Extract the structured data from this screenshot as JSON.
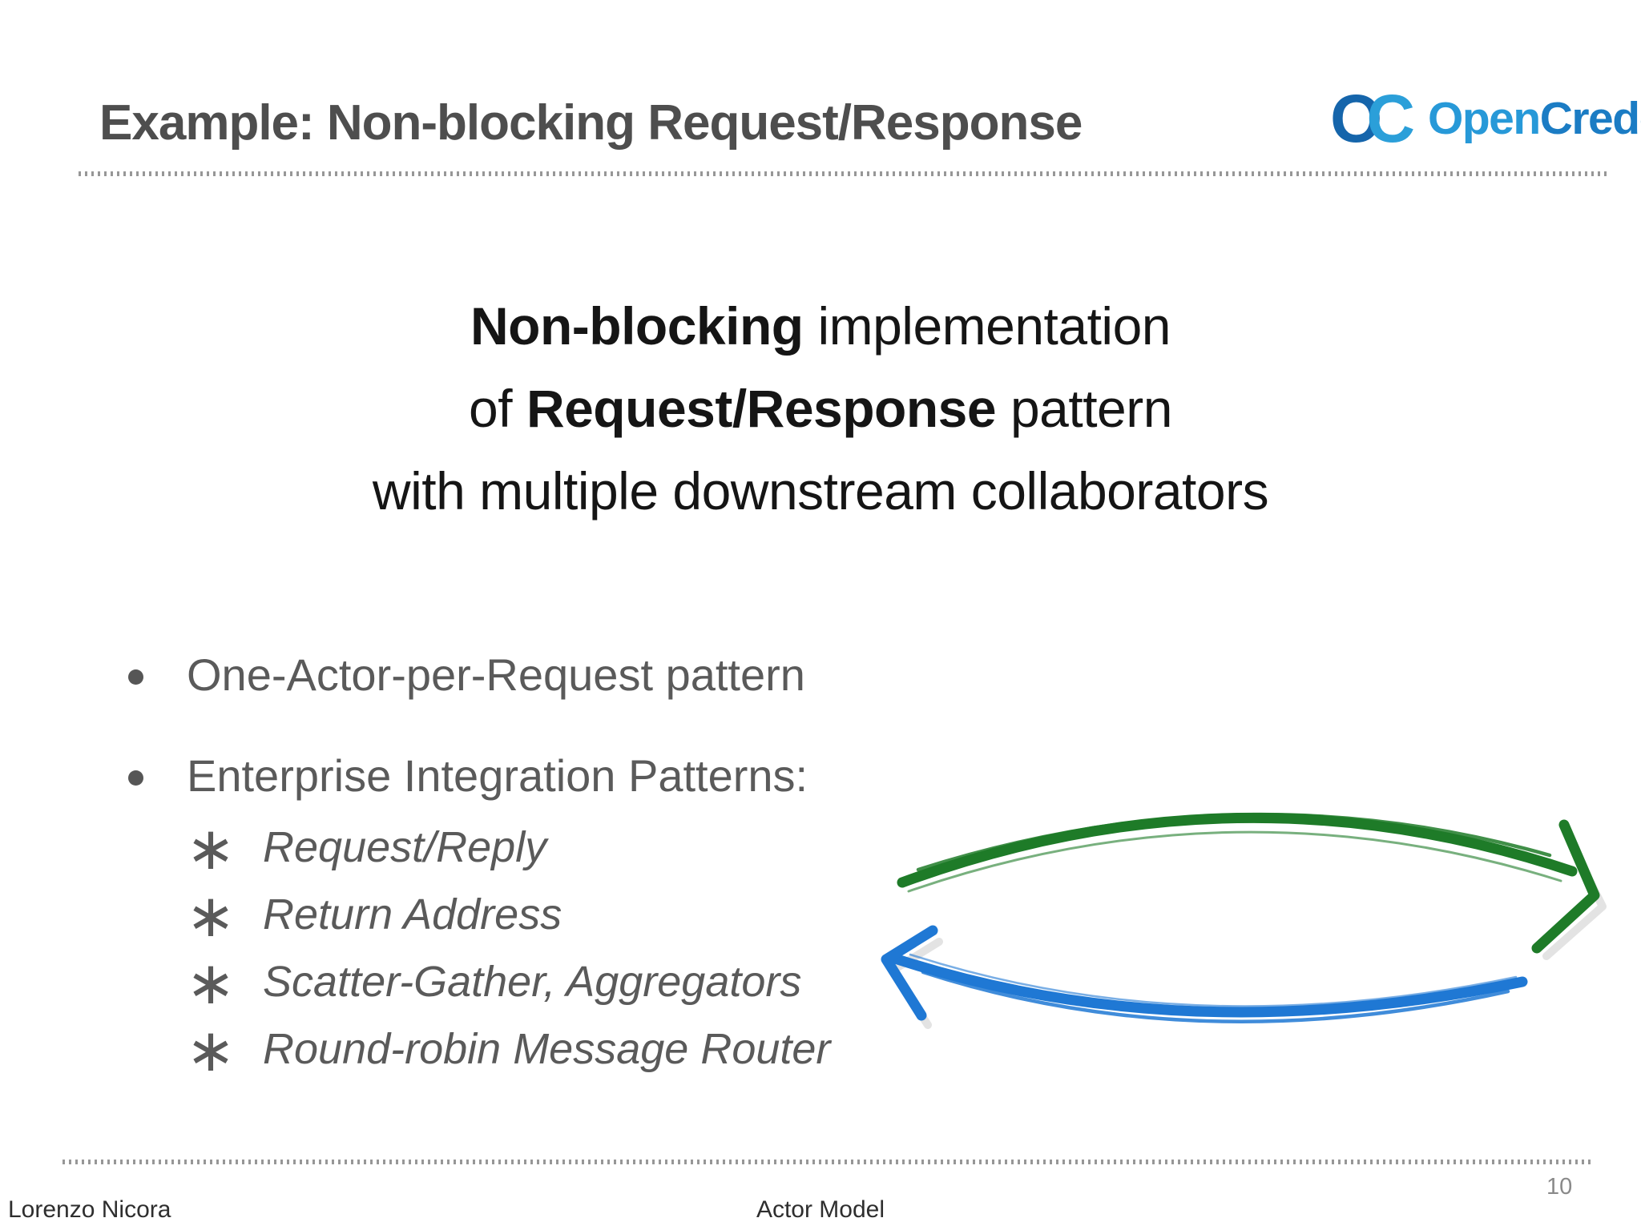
{
  "slide": {
    "title": "Example: Non-blocking Request/Response",
    "page_number": "10"
  },
  "logo": {
    "mark_o": "O",
    "mark_c": "C",
    "text_open": "Open",
    "text_credo": "Credo"
  },
  "statement": {
    "line1_bold": "Non-blocking",
    "line1_rest": " implementation",
    "line2_pre": "of ",
    "line2_bold": "Request/Response",
    "line2_rest": " pattern",
    "line3": "with multiple downstream collaborators"
  },
  "bullets": {
    "item1": "One-Actor-per-Request pattern",
    "item2": "Enterprise Integration Patterns:",
    "sub_marker": "∗",
    "sub": [
      "Request/Reply",
      "Return Address",
      "Scatter-Gather, Aggregators",
      "Round-robin Message Router"
    ]
  },
  "footer": {
    "author": "Lorenzo Nicora",
    "deck_title": "Actor Model"
  },
  "colors": {
    "green_arrow": "#1e7b28",
    "blue_arrow": "#1f78d4",
    "logo_dark_blue": "#1565ab",
    "logo_light_blue": "#2b9fd9",
    "logo_open_blue": "#2799d8",
    "logo_credo_blue": "#1b7cc4",
    "title_gray": "#4e4e4e",
    "body_gray": "#5a5a5a"
  }
}
